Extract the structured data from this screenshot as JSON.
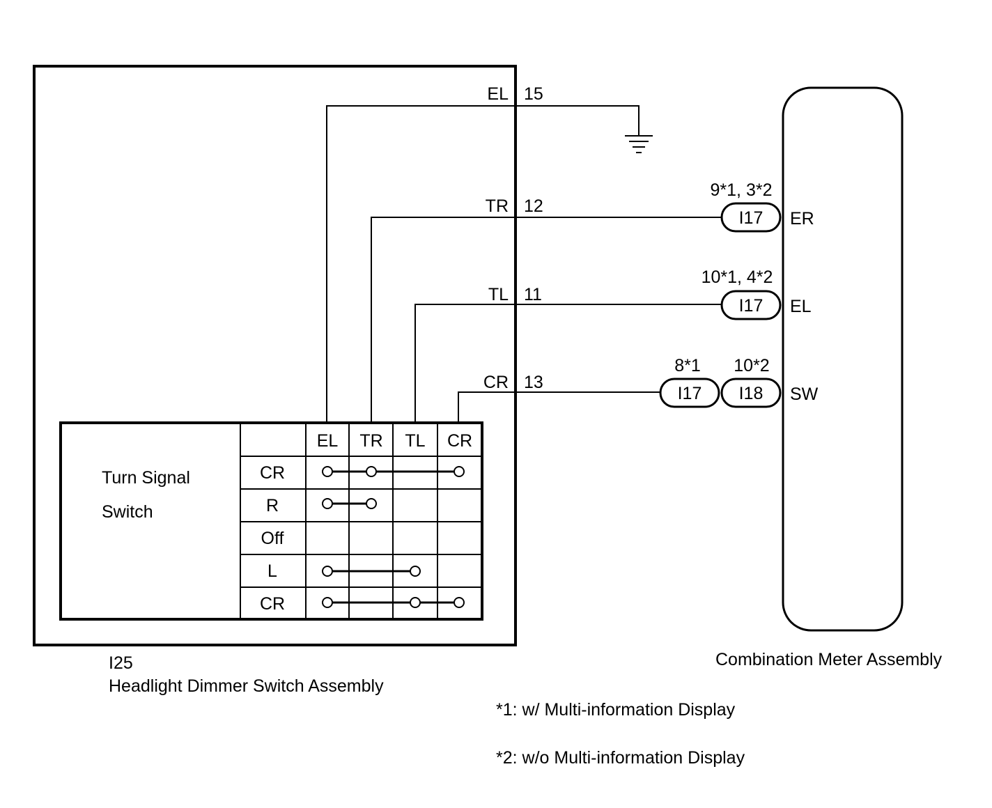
{
  "switch_assembly": {
    "connector_id": "I25",
    "name": "Headlight Dimmer Switch Assembly",
    "pins": [
      {
        "label": "EL",
        "number": "15"
      },
      {
        "label": "TR",
        "number": "12"
      },
      {
        "label": "TL",
        "number": "11"
      },
      {
        "label": "CR",
        "number": "13"
      }
    ],
    "turn_signal": {
      "title_line1": "Turn Signal",
      "title_line2": "Switch",
      "columns": [
        "EL",
        "TR",
        "TL",
        "CR"
      ],
      "rows": [
        {
          "position": "CR",
          "connected": [
            "EL",
            "TR",
            "CR"
          ]
        },
        {
          "position": "R",
          "connected": [
            "EL",
            "TR"
          ]
        },
        {
          "position": "Off",
          "connected": []
        },
        {
          "position": "L",
          "connected": [
            "EL",
            "TL"
          ]
        },
        {
          "position": "CR",
          "connected": [
            "EL",
            "TL",
            "CR"
          ]
        }
      ]
    }
  },
  "meter": {
    "name": "Combination Meter Assembly",
    "terminals": [
      {
        "label": "ER",
        "pins": "9*1, 3*2",
        "connector": "I17"
      },
      {
        "label": "EL",
        "pins": "10*1, 4*2",
        "connector": "I17"
      },
      {
        "label": "SW",
        "pins_a": "8*1",
        "connector_a": "I17",
        "pins_b": "10*2",
        "connector_b": "I18"
      }
    ]
  },
  "notes": [
    "*1: w/ Multi-information Display",
    "*2: w/o Multi-information Display"
  ]
}
